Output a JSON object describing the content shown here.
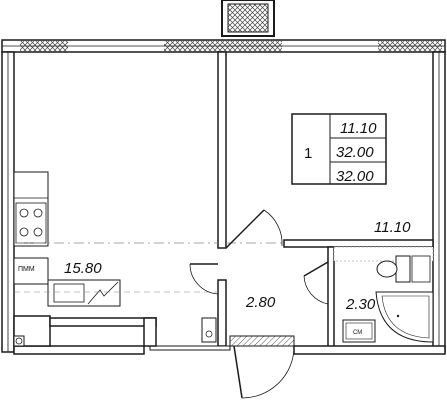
{
  "plan": {
    "info_box": {
      "rooms": "1",
      "living_area": "11.10",
      "total_area": "32.00",
      "total_area_2": "32.00"
    },
    "rooms": {
      "living_room": "11.10",
      "kitchen": "15.80",
      "hallway": "2.80",
      "bathroom": "2.30"
    },
    "labels": {
      "kitchen_tag": "ПММ",
      "washer_tag": "СМ"
    },
    "colors": {
      "wall": "#1a1a1a",
      "window_hatch": "#555555",
      "background": "#ffffff"
    }
  }
}
